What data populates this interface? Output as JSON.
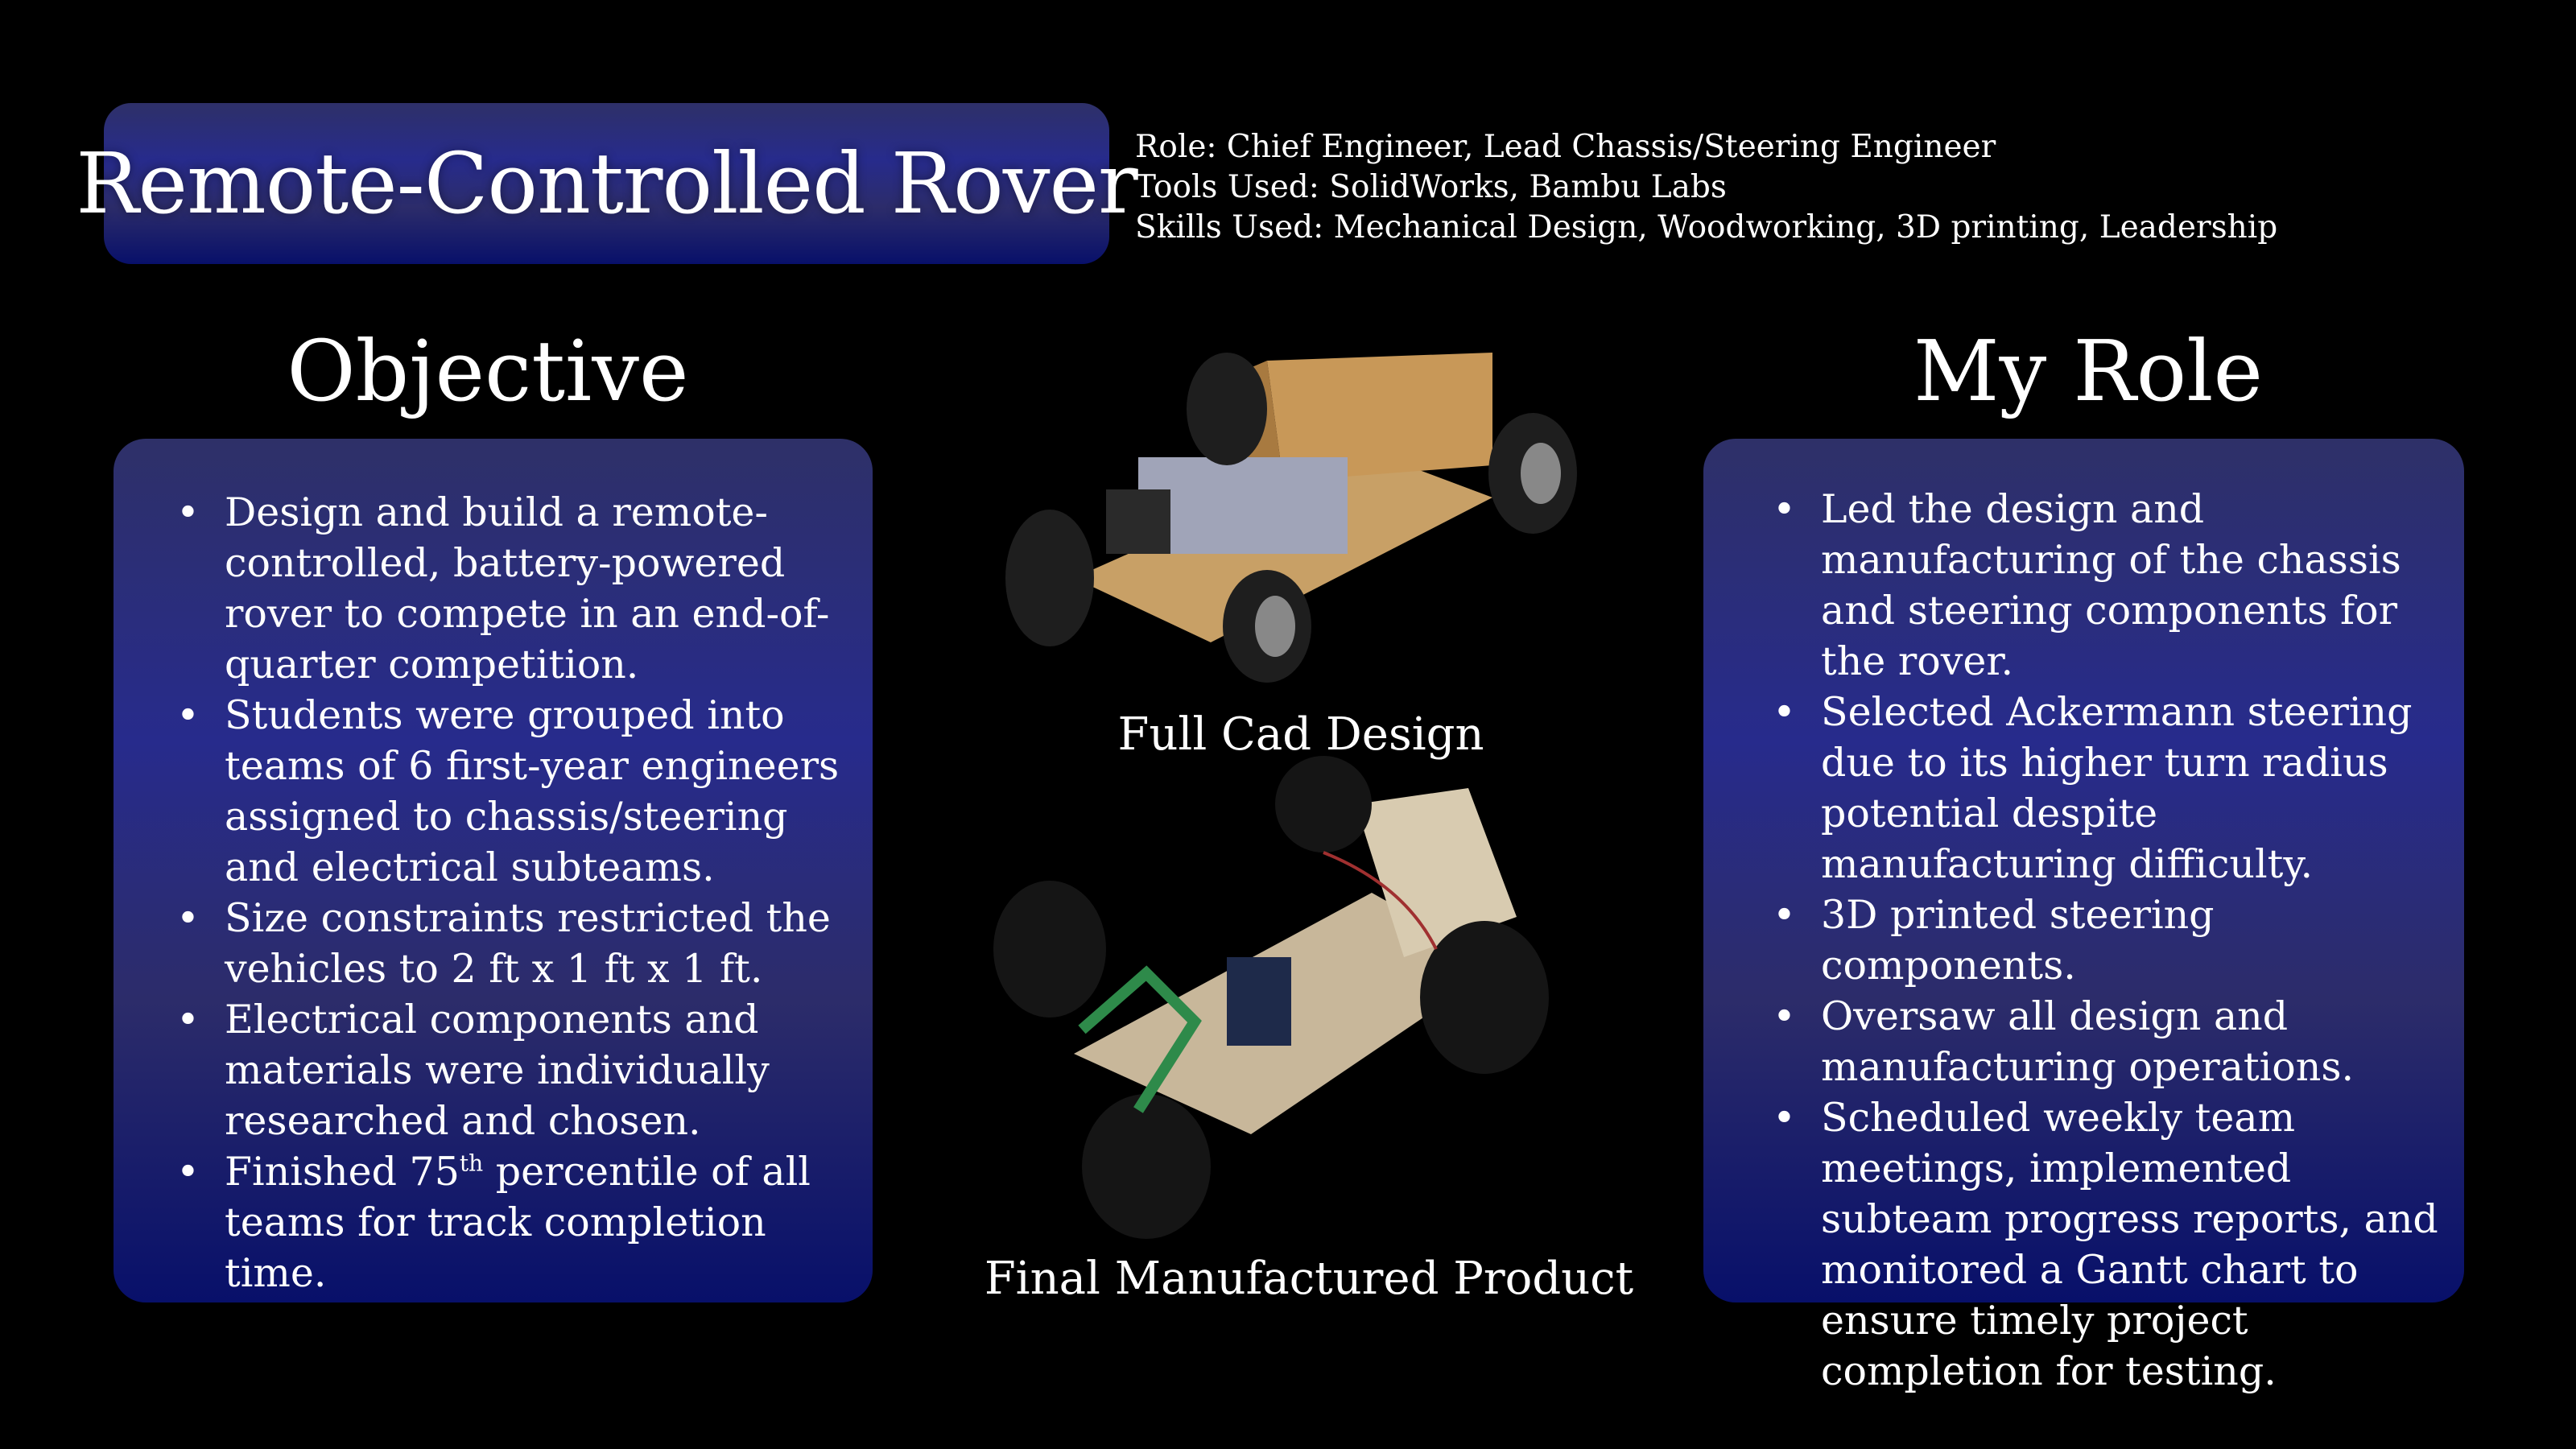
{
  "title": "Remote-Controlled Rover",
  "meta": {
    "role": "Role: Chief Engineer, Lead Chassis/Steering Engineer",
    "tools": "Tools Used: SolidWorks, Bambu Labs",
    "skills": "Skills Used: Mechanical Design, Woodworking, 3D printing, Leadership"
  },
  "objective": {
    "heading": "Objective",
    "items": [
      "Design and build a remote-controlled, battery-powered rover to compete in an end-of-quarter competition.",
      "Students were grouped into teams of 6 first-year engineers assigned to chassis/steering and electrical subteams.",
      "Size constraints restricted the vehicles to 2 ft x 1 ft x 1 ft.",
      "Electrical components and materials were individually researched and chosen.",
      {
        "before": "Finished 75",
        "sup": "th",
        "after": " percentile of all teams for track completion time."
      }
    ]
  },
  "role": {
    "heading": "My Role",
    "items": [
      "Led the design and manufacturing of the chassis and steering components for the rover.",
      "Selected Ackermann steering due to its higher turn radius potential despite manufacturing difficulty.",
      "3D printed steering components.",
      "Oversaw all design and manufacturing operations.",
      "Scheduled weekly team meetings, implemented subteam progress reports, and monitored a Gantt chart to ensure timely project completion for testing."
    ]
  },
  "captions": {
    "cad": "Full Cad Design",
    "product": "Final Manufactured Product"
  }
}
